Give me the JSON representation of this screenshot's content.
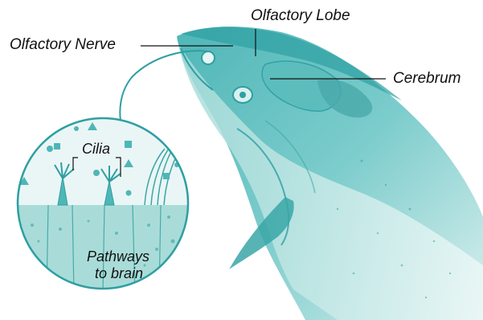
{
  "labels": {
    "olfactory_nerve": "Olfactory Nerve",
    "olfactory_lobe": "Olfactory Lobe",
    "cerebrum": "Cerebrum",
    "cilia": "Cilia",
    "pathways_line1": "Pathways",
    "pathways_line2": "to brain"
  },
  "colors": {
    "fish_body": "#7ccccc",
    "fish_light": "#bfe6e4",
    "fish_dark": "#2e9fa2",
    "ink": "#111111"
  }
}
